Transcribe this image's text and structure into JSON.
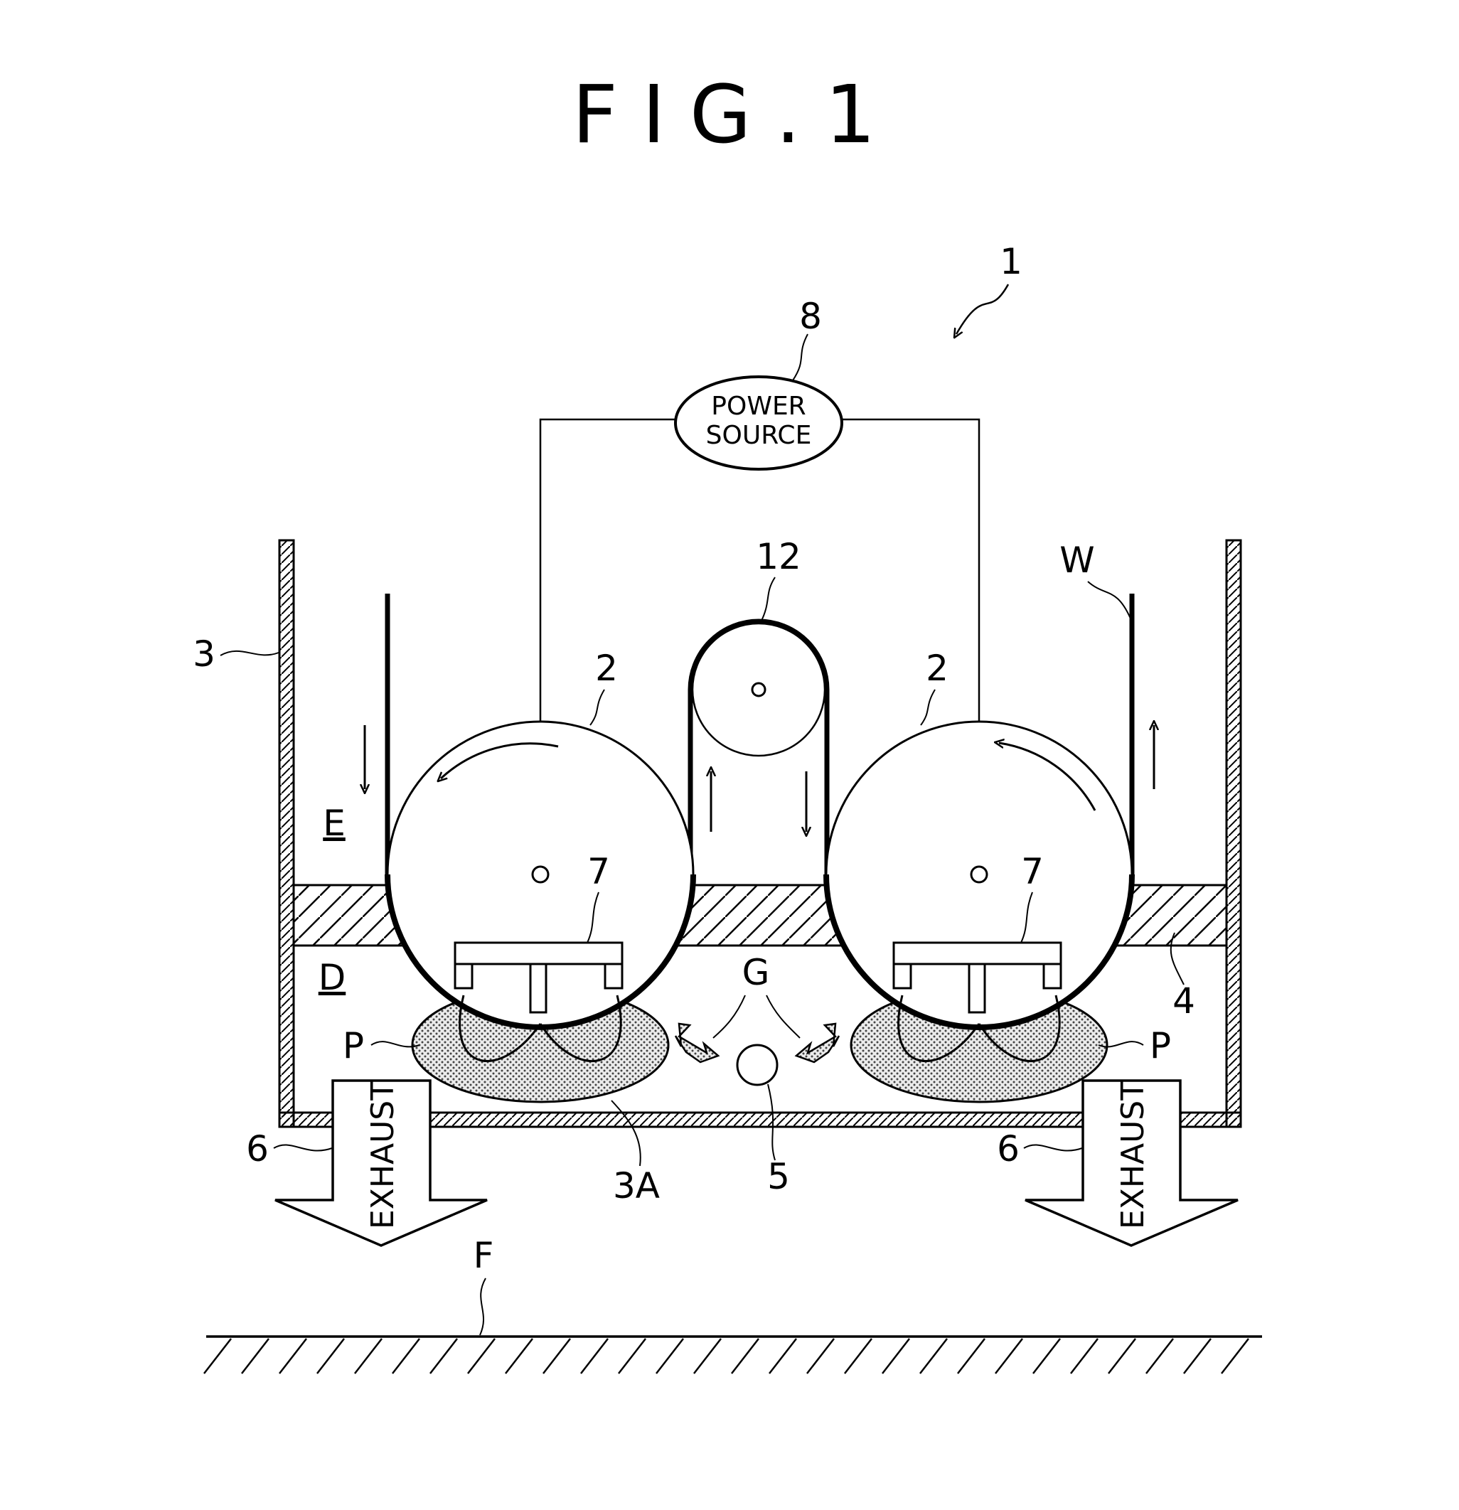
{
  "figure": {
    "title": "FIG.1"
  },
  "power_source": {
    "line1": "POWER",
    "line2": "SOURCE"
  },
  "exhaust": {
    "left": "EXHAUST",
    "right": "EXHAUST"
  },
  "labels": {
    "apparatus": "1",
    "power": "8",
    "tank": "3",
    "roller_left": "2",
    "roller_right": "2",
    "guide_roller": "12",
    "film": "W",
    "zone_e": "E",
    "zone_d": "D",
    "partition": "4",
    "electrode_left": "7",
    "electrode_right": "7",
    "gas": "G",
    "plasma_left": "P",
    "plasma_right": "P",
    "exhaust_left": "6",
    "exhaust_right": "6",
    "bottom": "3A",
    "gas_nozzle": "5",
    "floor": "F"
  },
  "colors": {
    "line": "#000000",
    "plasma_dot": "#555555",
    "background": "#ffffff"
  }
}
